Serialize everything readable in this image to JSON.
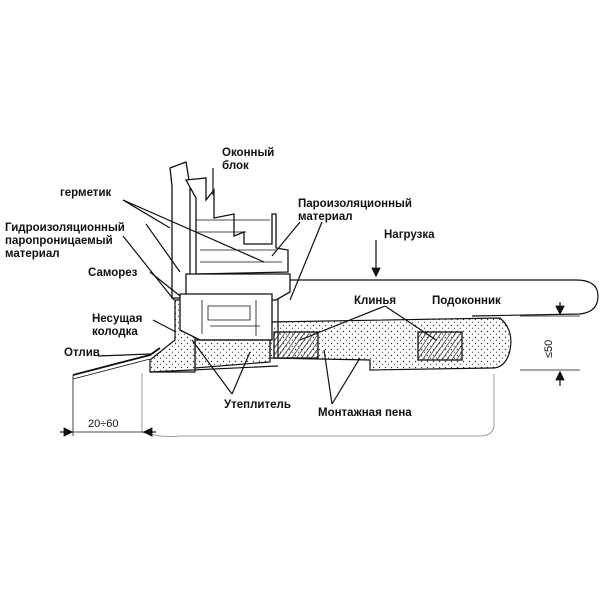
{
  "labels": {
    "window_block_line1": "Оконный",
    "window_block_line2": "блок",
    "sealant": "герметик",
    "vapor_barrier_line1": "Пароизоляционный",
    "vapor_barrier_line2": "материал",
    "waterproof_line1": "Гидроизоляционный",
    "waterproof_line2": "паропроницаемый",
    "waterproof_line3": "материал",
    "load": "Нагрузка",
    "screw": "Саморез",
    "wedges": "Клинья",
    "sill": "Подоконник",
    "support_block_line1": "Несущая",
    "support_block_line2": "колодка",
    "drip": "Отлив",
    "insulation": "Утеплитель",
    "mounting_foam": "Монтажная пена",
    "dim_overhang": "20÷60",
    "dim_depth": "≤50"
  }
}
